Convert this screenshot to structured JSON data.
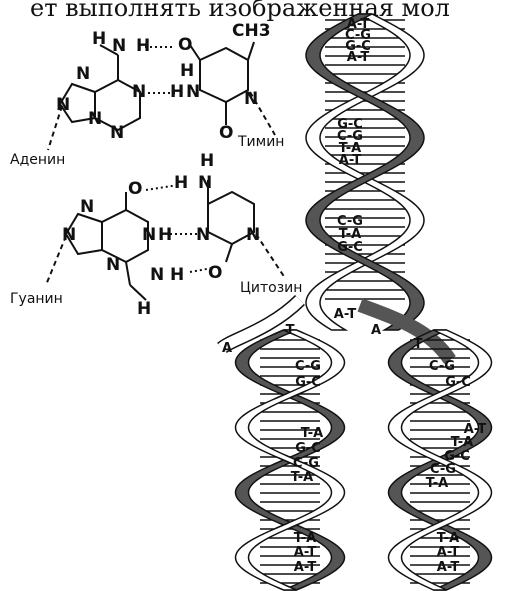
{
  "header_cut_text": "ет выполнять изображенная мол",
  "molecules": {
    "adenine": "Аденин",
    "thymine": "Тимин",
    "guanine": "Гуанин",
    "cytosine": "Цитозин"
  },
  "atoms": {
    "H": "H",
    "N": "N",
    "O": "O",
    "CH3": "CH3"
  },
  "helix": {
    "top_pairs": [
      "A-T",
      "C-G",
      "G-C",
      "A-T"
    ],
    "upper_pairs": [
      "G-C",
      "C-G",
      "T-A",
      "A-T"
    ],
    "middle_pairs": [
      "C-G",
      "T-A",
      "G-C"
    ],
    "fork_labels": [
      "A-T",
      "T",
      "A",
      "A",
      "T"
    ],
    "left_strand_pairs": [
      "C-G",
      "G-C",
      "T-A",
      "G-C",
      "C-G",
      "T-A",
      "T-A",
      "A-T",
      "A-T"
    ],
    "right_strand_pairs": [
      "C-G",
      "G-C",
      "A-T",
      "T-A",
      "G-C",
      "C-G",
      "T-A",
      "T-A",
      "A-T",
      "A-T"
    ]
  }
}
